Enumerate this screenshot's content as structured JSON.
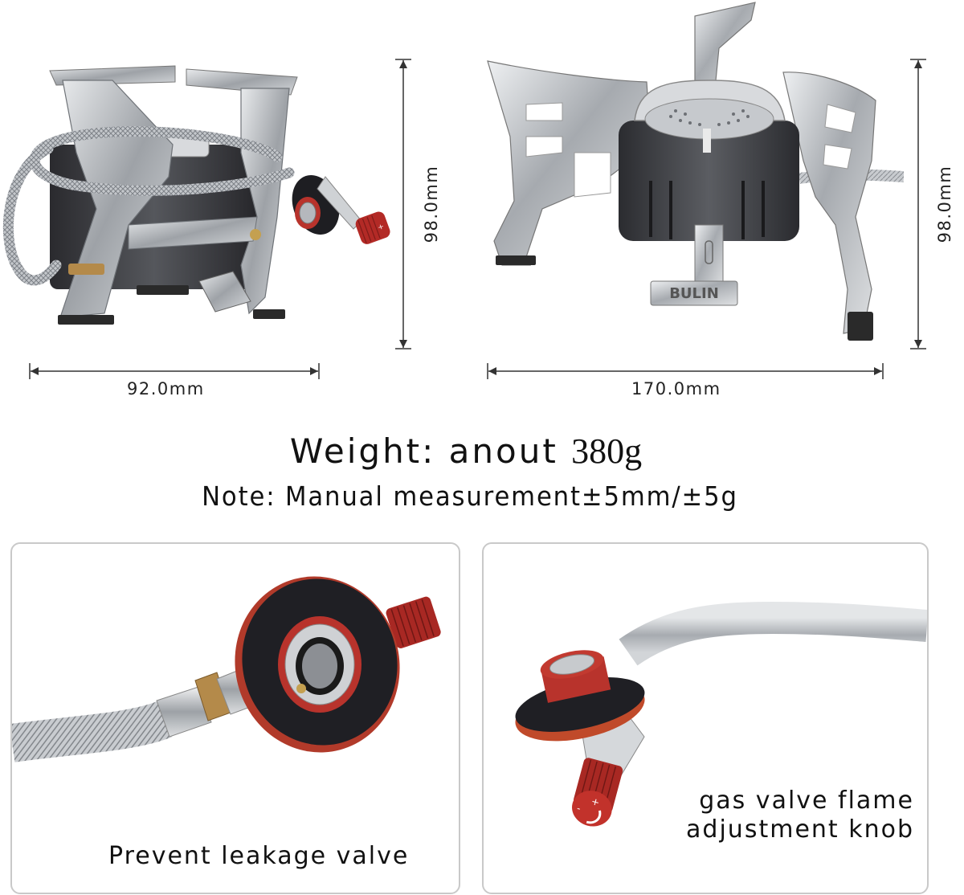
{
  "top_left_view": {
    "product": "camping-gas-stove-folded",
    "width_label": "92.0mm",
    "height_label": "98.0mm"
  },
  "top_right_view": {
    "product": "camping-gas-stove-unfolded",
    "brand_plate": "BULIN",
    "width_label": "170.0mm",
    "height_label": "98.0mm"
  },
  "specs": {
    "weight_prefix": "Weight: anout ",
    "weight_value": "380g",
    "note": "Note: Manual measurement±5mm/±5g"
  },
  "panels": [
    {
      "caption": "Prevent leakage valve"
    },
    {
      "caption_line1": "gas valve flame",
      "caption_line2": "adjustment knob"
    }
  ],
  "colors": {
    "accent_red": "#b8332c",
    "rubber_black": "#1e1e22",
    "steel": "#b9bcc0",
    "panel_border": "#c9c9c9",
    "text": "#111111"
  }
}
